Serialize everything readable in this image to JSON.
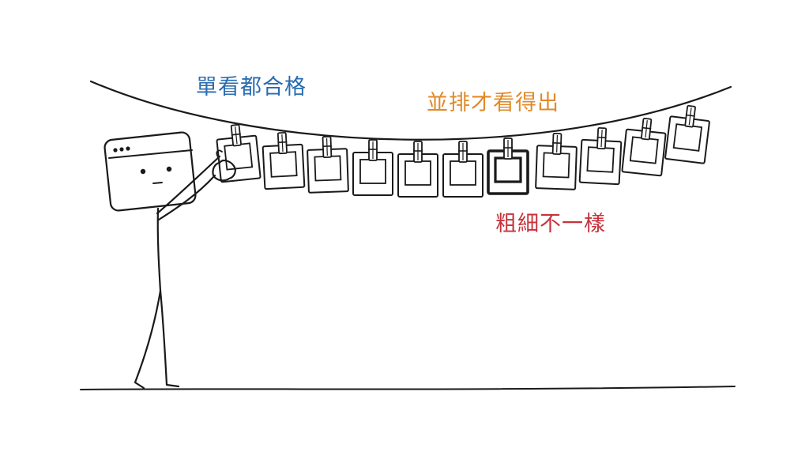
{
  "captions": {
    "left": {
      "text": "單看都合格",
      "color": "#2a6cb0"
    },
    "middle": {
      "text": "並排才看得出",
      "color": "#e08a2a"
    },
    "bottom": {
      "text": "粗細不一樣",
      "color": "#c8323c"
    }
  },
  "photos": [
    {
      "emphasized": false
    },
    {
      "emphasized": false
    },
    {
      "emphasized": false
    },
    {
      "emphasized": false
    },
    {
      "emphasized": false
    },
    {
      "emphasized": false
    },
    {
      "emphasized": true
    },
    {
      "emphasized": false
    },
    {
      "emphasized": false
    },
    {
      "emphasized": false
    },
    {
      "emphasized": false
    }
  ],
  "colors": {
    "ink": "#1a1a1a",
    "background": "#ffffff"
  },
  "icons": {
    "character_head": "browser-window-face-icon",
    "clothespin": "clothespin-icon",
    "photo": "polaroid-photo-icon"
  }
}
